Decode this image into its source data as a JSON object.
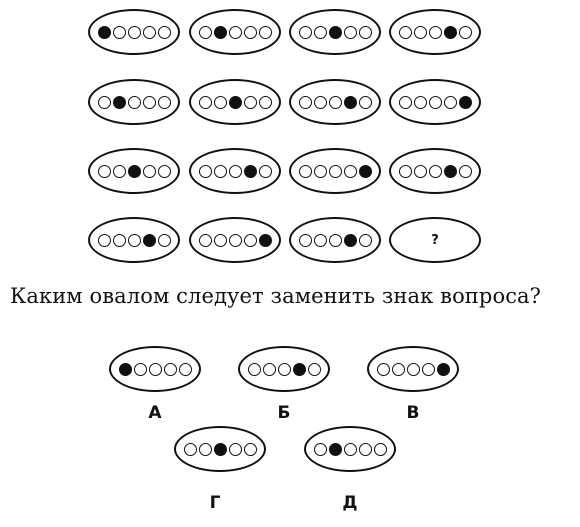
{
  "question": "Каким овалом следует заменить знак вопроса?",
  "grid": [
    [
      {
        "filled": 0
      },
      {
        "filled": 1
      },
      {
        "filled": 2
      },
      {
        "filled": 3
      }
    ],
    [
      {
        "filled": 1
      },
      {
        "filled": 2
      },
      {
        "filled": 3
      },
      {
        "filled": 4
      }
    ],
    [
      {
        "filled": 2
      },
      {
        "filled": 3
      },
      {
        "filled": 4
      },
      {
        "filled": 3
      }
    ],
    [
      {
        "filled": 3
      },
      {
        "filled": 4
      },
      {
        "filled": 3
      },
      {
        "unknown": true,
        "text": "?"
      }
    ]
  ],
  "options": [
    {
      "label": "А",
      "filled": 0
    },
    {
      "label": "Б",
      "filled": 3
    },
    {
      "label": "В",
      "filled": 4
    },
    {
      "label": "Г",
      "filled": 2
    },
    {
      "label": "Д",
      "filled": 1
    }
  ]
}
